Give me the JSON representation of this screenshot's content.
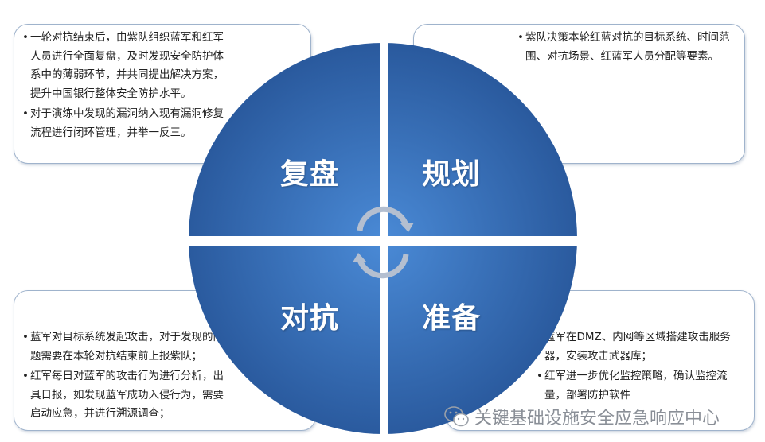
{
  "quadrants": {
    "review": "复盘",
    "planning": "规划",
    "confrontation": "对抗",
    "preparation": "准备"
  },
  "boxes": {
    "review": [
      "一轮对抗结束后，由紫队组织蓝军和红军人员进行全面复盘，及时发现安全防护体系中的薄弱环节，并共同提出解决方案，提升中国银行整体安全防护水平。",
      "对于演练中发现的漏洞纳入现有漏洞修复流程进行闭环管理，并举一反三。"
    ],
    "planning": [
      "紫队决策本轮红蓝对抗的目标系统、时间范围、对抗场景、红蓝军人员分配等要素。"
    ],
    "confrontation": [
      "蓝军对目标系统发起攻击，对于发现的问题需要在本轮对抗结束前上报紫队；",
      "红军每日对蓝军的攻击行为进行分析，出具日报，如发现蓝军成功入侵行为，需要启动应急，并进行溯源调查；"
    ],
    "preparation": [
      "蓝军在DMZ、内网等区域搭建攻击服务器，安装攻击武器库；",
      "红军进一步优化监控策略，确认监控流量，部署防护软件"
    ]
  },
  "watermark": "关键基础设施安全应急响应中心",
  "colors": {
    "quadrant_light": "#4a8ad6",
    "quadrant_dark": "#2a5a9e",
    "box_border": "#9fb3cc",
    "arrow": "#a9b4c6"
  }
}
